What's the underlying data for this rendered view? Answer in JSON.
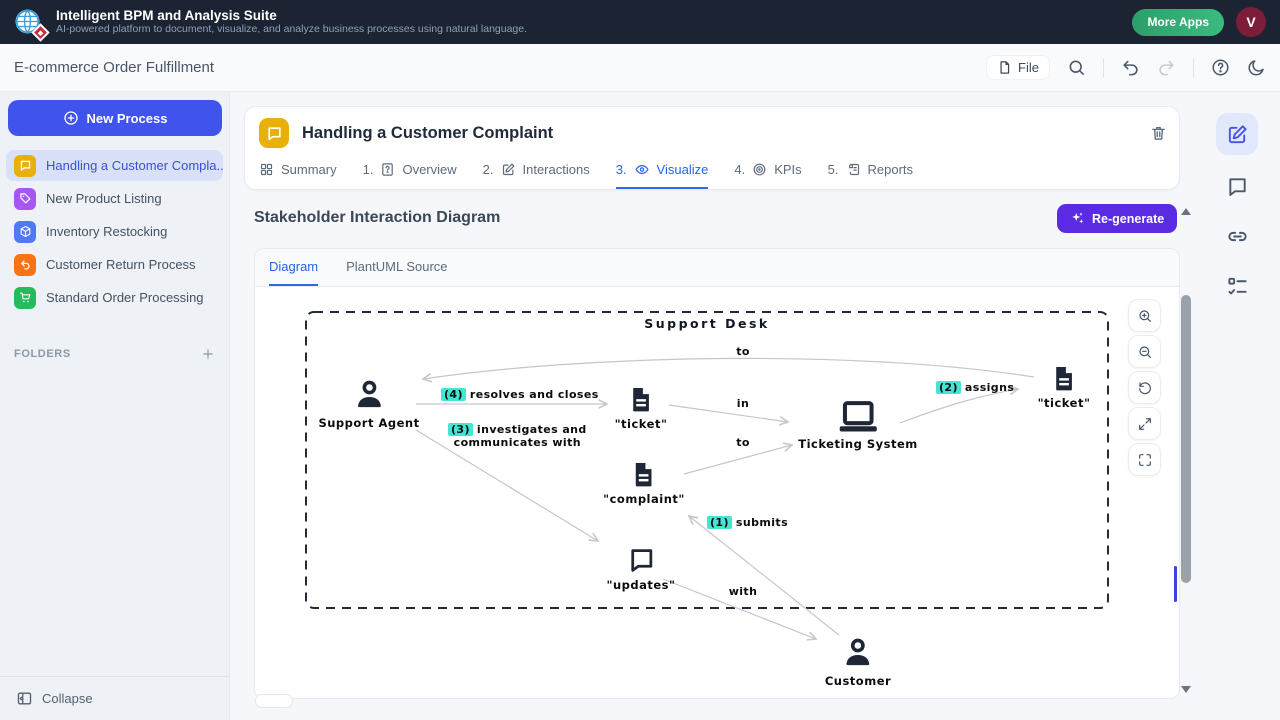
{
  "header": {
    "app_title": "Intelligent BPM and Analysis Suite",
    "app_subtitle": "AI-powered platform to document, visualize, and analyze business processes using natural language.",
    "more_apps_label": "More Apps",
    "avatar_initial": "V"
  },
  "toolbar": {
    "project_title": "E-commerce Order Fulfillment",
    "file_label": "File"
  },
  "sidebar": {
    "new_process_label": "New Process",
    "items": [
      {
        "label": "Handling a Customer Compla...",
        "icon": "chat-bubble",
        "color": "#e7b10a",
        "selected": true
      },
      {
        "label": "New Product Listing",
        "icon": "tag",
        "color": "#a656f2",
        "selected": false
      },
      {
        "label": "Inventory Restocking",
        "icon": "package",
        "color": "#4e7bf5",
        "selected": false
      },
      {
        "label": "Customer Return Process",
        "icon": "return-arrow",
        "color": "#f97316",
        "selected": false
      },
      {
        "label": "Standard Order Processing",
        "icon": "cart",
        "color": "#23bb5b",
        "selected": false
      }
    ],
    "folders_label": "FOLDERS",
    "collapse_label": "Collapse"
  },
  "process": {
    "title": "Handling a Customer Complaint",
    "tabs": [
      {
        "number": "",
        "label": "Summary"
      },
      {
        "number": "1.",
        "label": "Overview"
      },
      {
        "number": "2.",
        "label": "Interactions"
      },
      {
        "number": "3.",
        "label": "Visualize"
      },
      {
        "number": "4.",
        "label": "KPIs"
      },
      {
        "number": "5.",
        "label": "Reports"
      }
    ],
    "active_tab": "Visualize"
  },
  "visualize": {
    "section_title": "Stakeholder Interaction Diagram",
    "regenerate_label": "Re-generate",
    "diagram_tab": "Diagram",
    "source_tab": "PlantUML Source"
  },
  "diagram": {
    "boundary_label": "Support Desk",
    "highlight_color": "#43e6d3",
    "nodes": {
      "support_agent": {
        "label": "Support Agent",
        "type": "actor"
      },
      "ticket_mid": {
        "label": "\"ticket\"",
        "type": "document"
      },
      "ticketing_system": {
        "label": "Ticketing System",
        "type": "system"
      },
      "ticket_right": {
        "label": "\"ticket\"",
        "type": "document"
      },
      "complaint": {
        "label": "\"complaint\"",
        "type": "document"
      },
      "updates": {
        "label": "\"updates\"",
        "type": "message"
      },
      "customer": {
        "label": "Customer",
        "type": "actor"
      }
    },
    "edges": {
      "resolves": {
        "step": "(4)",
        "label": "resolves and closes"
      },
      "investigates": {
        "step": "(3)",
        "line1": "investigates and",
        "line2": "communicates with"
      },
      "assigns": {
        "step": "(2)",
        "label": "assigns"
      },
      "submits": {
        "step": "(1)",
        "label": "submits"
      },
      "to_top": {
        "label": "to"
      },
      "in_mid": {
        "label": "in"
      },
      "to_mid": {
        "label": "to"
      },
      "with_bottom": {
        "label": "with"
      }
    }
  },
  "colors": {
    "header_bg": "#1c2433",
    "accent_blue": "#2563eb",
    "primary_button_blue": "#4053ec",
    "regenerate_purple": "#5b2be4",
    "more_apps_green": "#2d9e6b",
    "avatar_maroon": "#7d1d3a",
    "highlight_cyan": "#43e6d3"
  }
}
